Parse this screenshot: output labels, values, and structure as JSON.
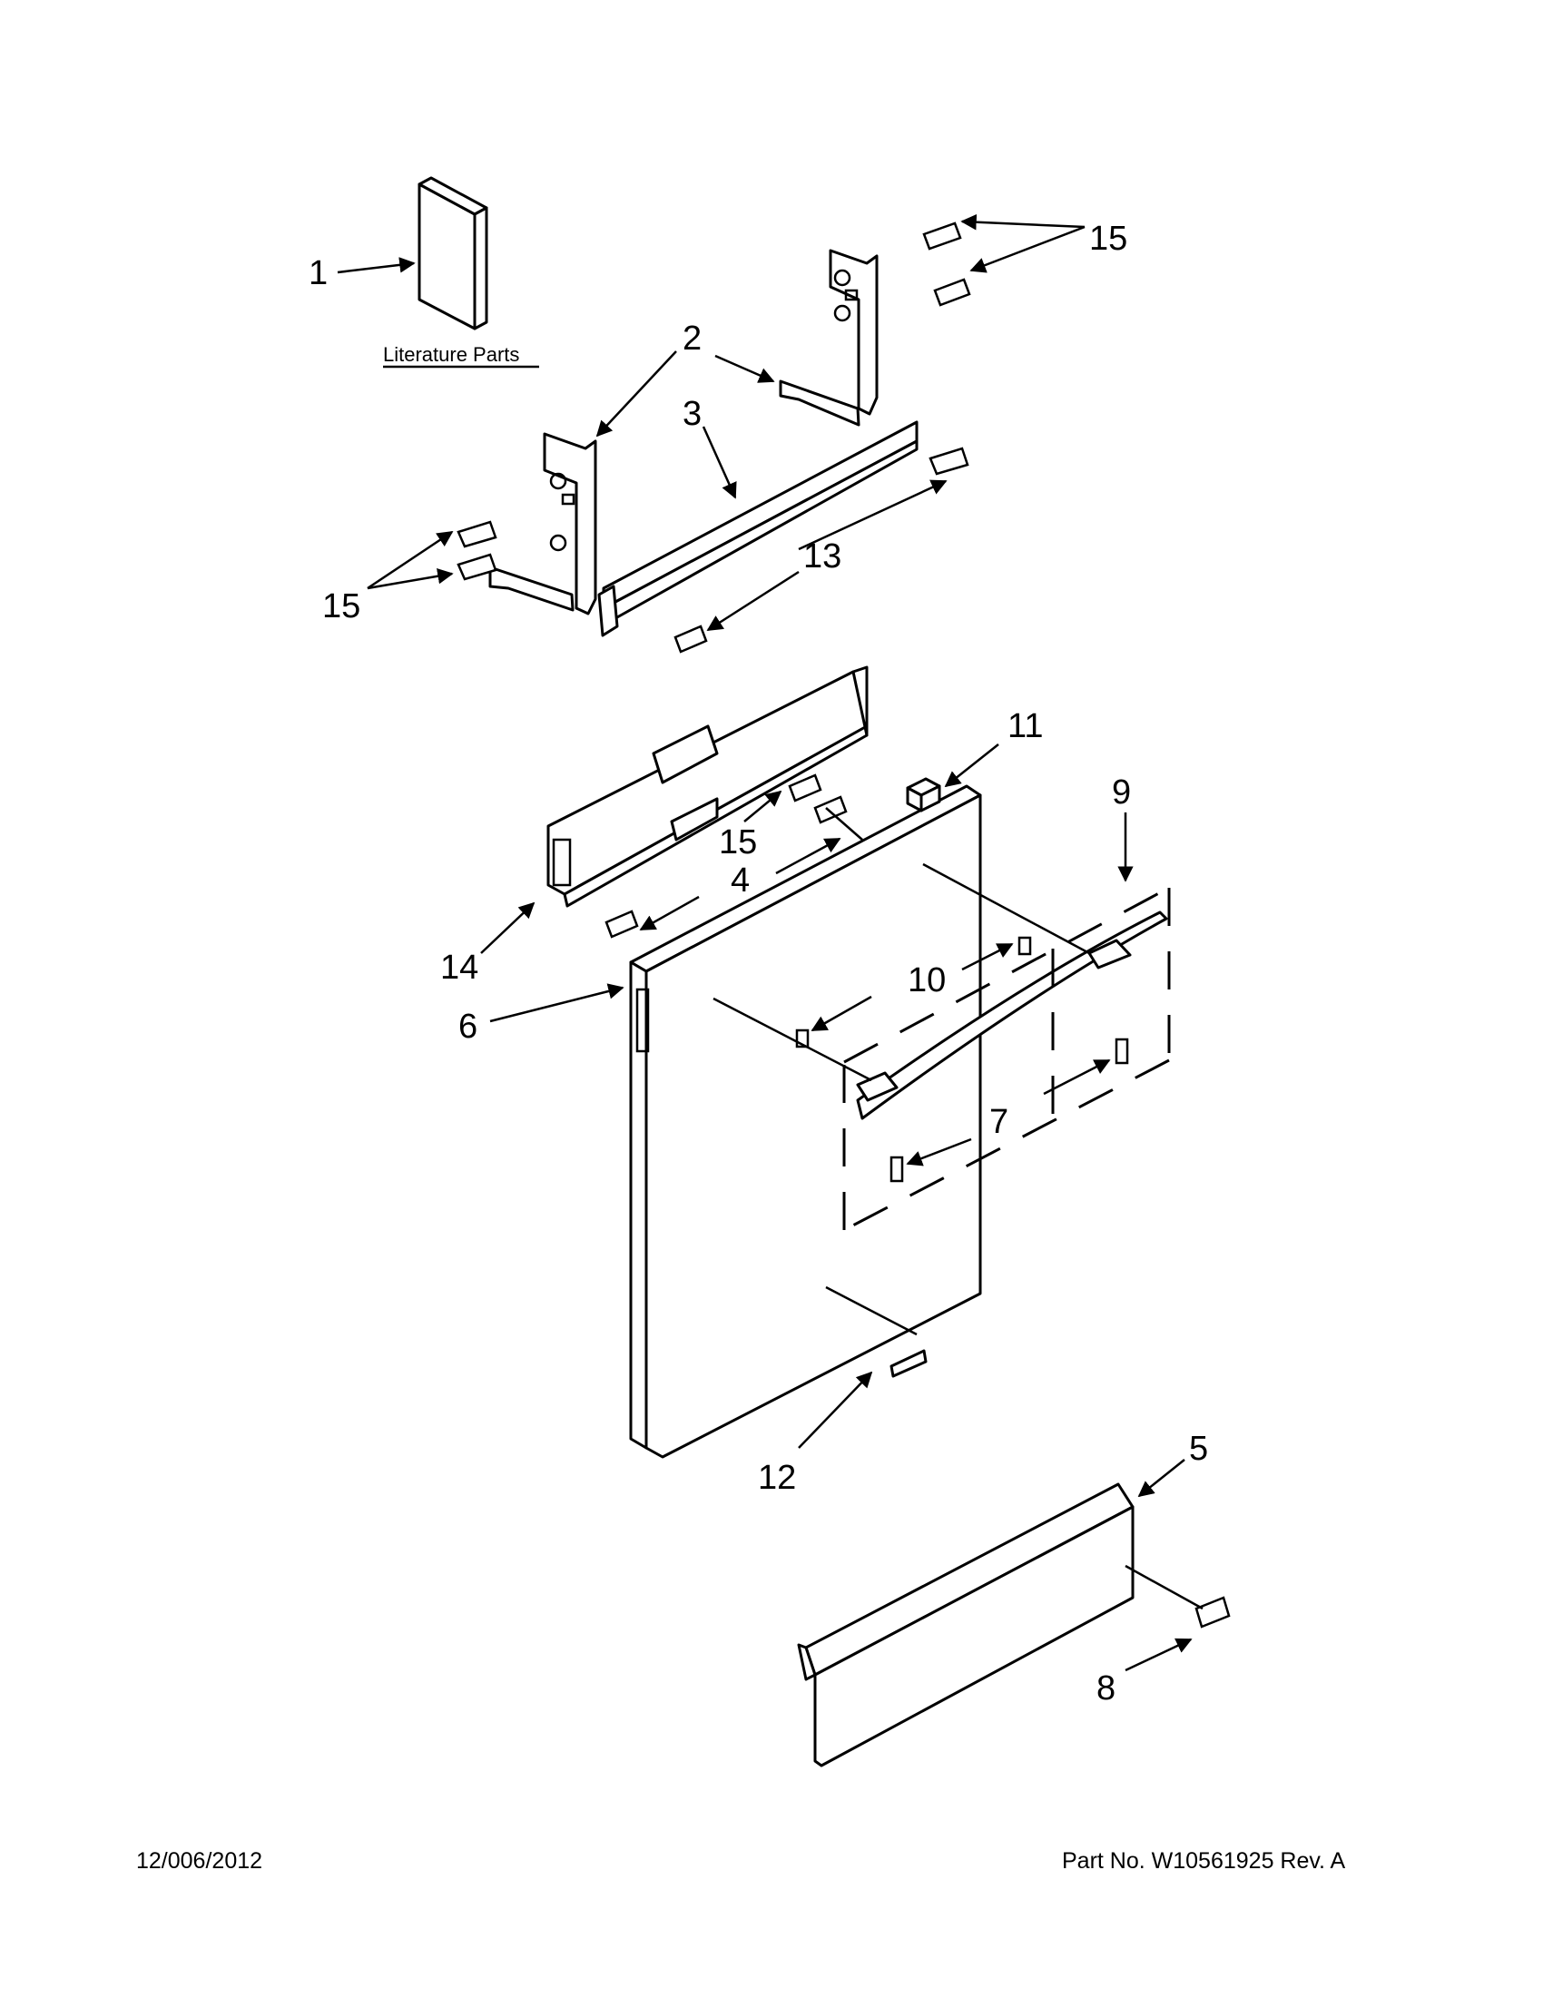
{
  "callouts": {
    "c1": "1",
    "c2": "2",
    "c3": "3",
    "c4": "4",
    "c5": "5",
    "c6": "6",
    "c7": "7",
    "c8": "8",
    "c9": "9",
    "c10": "10",
    "c11": "11",
    "c12": "12",
    "c13": "13",
    "c14": "14",
    "c15a": "15",
    "c15b": "15",
    "c15c": "15"
  },
  "literature_label": "Literature Parts",
  "footer": {
    "date": "12/006/2012",
    "part_number": "Part No.  W10561925  Rev.  A"
  }
}
